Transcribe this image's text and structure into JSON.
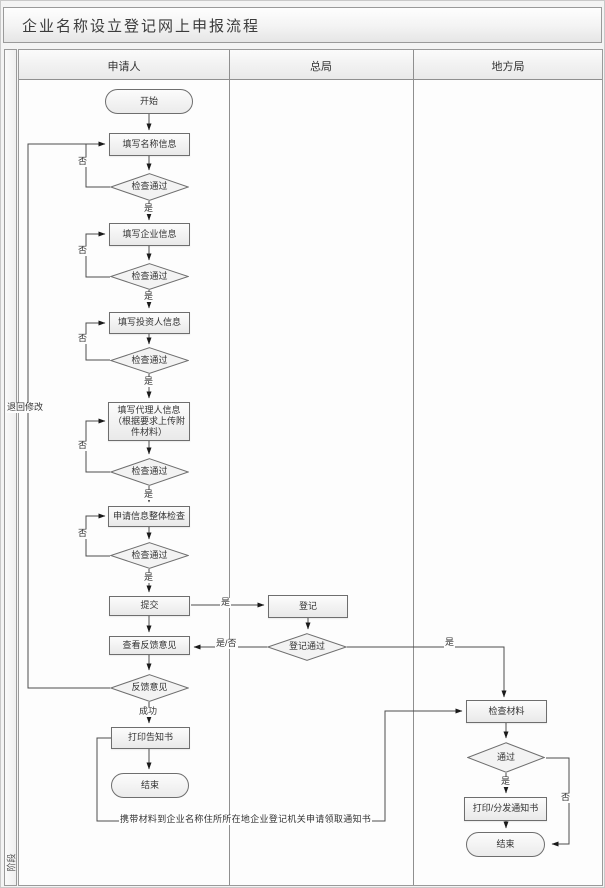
{
  "title": "企业名称设立登记网上申报流程",
  "stage_label": "阶段",
  "lanes": [
    {
      "label": "申请人"
    },
    {
      "label": "总局"
    },
    {
      "label": "地方局"
    }
  ],
  "nodes": {
    "start": "开始",
    "fill_name": "填写名称信息",
    "check_pass": "检查通过",
    "fill_company": "填写企业信息",
    "fill_investor": "填写投资人信息",
    "fill_agent": "填写代理人信息\n（根据要求上传附\n件材料）",
    "overall_check": "申请信息整体检查",
    "submit": "提交",
    "view_feedback": "查看反馈意见",
    "feedback": "反馈意见",
    "print_notice": "打印告知书",
    "end": "结束",
    "register": "登记",
    "register_pass": "登记通过",
    "check_materials": "检查材料",
    "pass": "通过",
    "print_distribute": "打印/分发通知书",
    "end_local": "结束"
  },
  "edge_labels": {
    "yes": "是",
    "no": "否",
    "yes_no": "是/否",
    "success": "成功",
    "return_modify": "退回修改",
    "carry_materials": "携带材料到企业名称住所所在地企业登记机关申请领取通知书"
  },
  "colors": {
    "line": "#4d4d4d",
    "node_border": "#6e6e6e",
    "node_fill": "#f3f3f3",
    "table_border": "#8f8f8f"
  }
}
